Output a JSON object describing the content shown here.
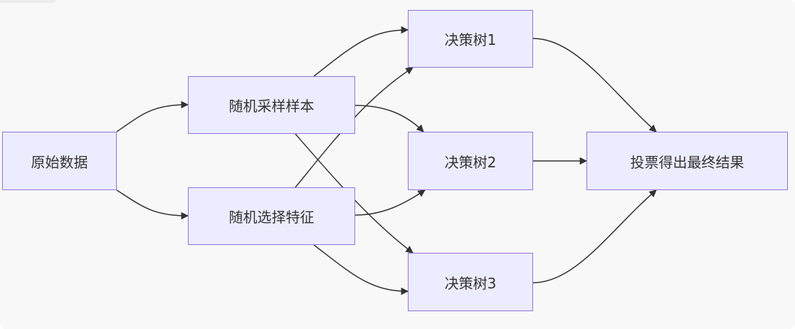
{
  "diagram": {
    "nodes": {
      "raw_data": "原始数据",
      "random_sample": "随机采样样本",
      "random_feature": "随机选择特征",
      "tree1": "决策树1",
      "tree2": "决策树2",
      "tree3": "决策树3",
      "vote": "投票得出最终结果"
    },
    "edges": [
      {
        "from": "raw_data",
        "to": "random_sample"
      },
      {
        "from": "raw_data",
        "to": "random_feature"
      },
      {
        "from": "random_sample",
        "to": "tree1"
      },
      {
        "from": "random_sample",
        "to": "tree2"
      },
      {
        "from": "random_sample",
        "to": "tree3"
      },
      {
        "from": "random_feature",
        "to": "tree1"
      },
      {
        "from": "random_feature",
        "to": "tree2"
      },
      {
        "from": "random_feature",
        "to": "tree3"
      },
      {
        "from": "tree1",
        "to": "vote"
      },
      {
        "from": "tree2",
        "to": "vote"
      },
      {
        "from": "tree3",
        "to": "vote"
      }
    ],
    "colors": {
      "node_fill": "#ececff",
      "node_border": "#9370db",
      "edge": "#333333",
      "background": "#f8f8f8"
    }
  }
}
